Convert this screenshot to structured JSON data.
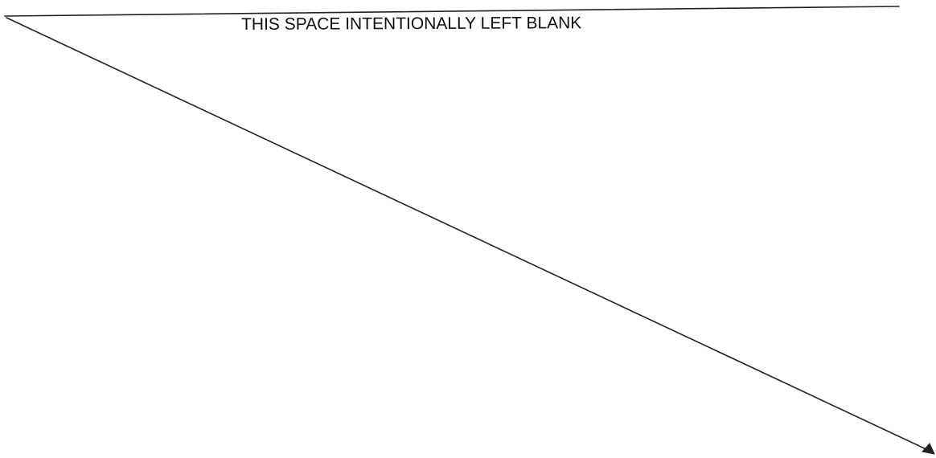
{
  "page": {
    "notice_text": "THIS SPACE INTENTIONALLY LEFT BLANK",
    "ink_color": "#222222",
    "background_color": "#ffffff"
  },
  "strike_mark": {
    "shape": "z-line",
    "arrowhead": "triangle-bottom-right"
  }
}
